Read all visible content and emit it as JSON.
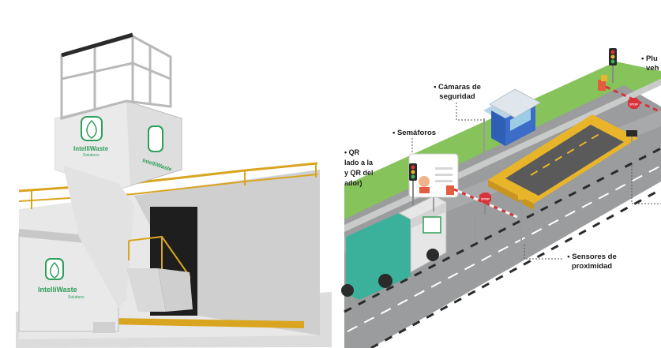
{
  "brand": {
    "name": "IntelliWaste",
    "tagline": "Solutions",
    "color": "#2e9e5a"
  },
  "callouts": {
    "qr_lines": [
      "• QR",
      "lado a la",
      "y QR del",
      "ador)"
    ],
    "semaforos": "• Semáforos",
    "camaras_line1": "• Cámaras de",
    "camaras_line2": "seguridad",
    "sensores_line1": "• Sensores de",
    "sensores_line2": "proximidad",
    "plumas_line1": "• Plu",
    "plumas_line2": "veh"
  },
  "signs": {
    "stop": "STOP"
  },
  "colors": {
    "grass": "#86c35a",
    "road": "#8d8f90",
    "scale_platform": "#e8b52a",
    "truck_green": "#3bb09a",
    "guard_booth": "#2f5fb5",
    "barrier_red": "#d8333a",
    "building": "#e4e4e4",
    "rail_yellow": "#d9a520"
  }
}
